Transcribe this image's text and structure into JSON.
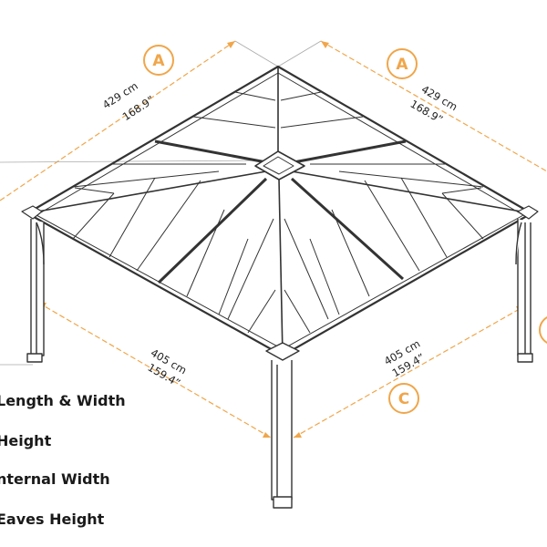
{
  "accent_color": "#f0a64a",
  "frame_color": "#333333",
  "markers": {
    "a_left": "A",
    "a_right": "A",
    "c": "C"
  },
  "dimensions": {
    "roof_left": {
      "metric": "429 cm",
      "imperial": "168.9”"
    },
    "roof_right": {
      "metric": "429 cm",
      "imperial": "168.9”"
    },
    "floor_left": {
      "metric": "405 cm",
      "imperial": "159.4”"
    },
    "floor_right": {
      "metric": "405 cm",
      "imperial": "159.4”"
    }
  },
  "legend": [
    {
      "text": "Length & Width"
    },
    {
      "text": "Height"
    },
    {
      "text": "nternal Width"
    },
    {
      "text": "Eaves Height"
    }
  ]
}
